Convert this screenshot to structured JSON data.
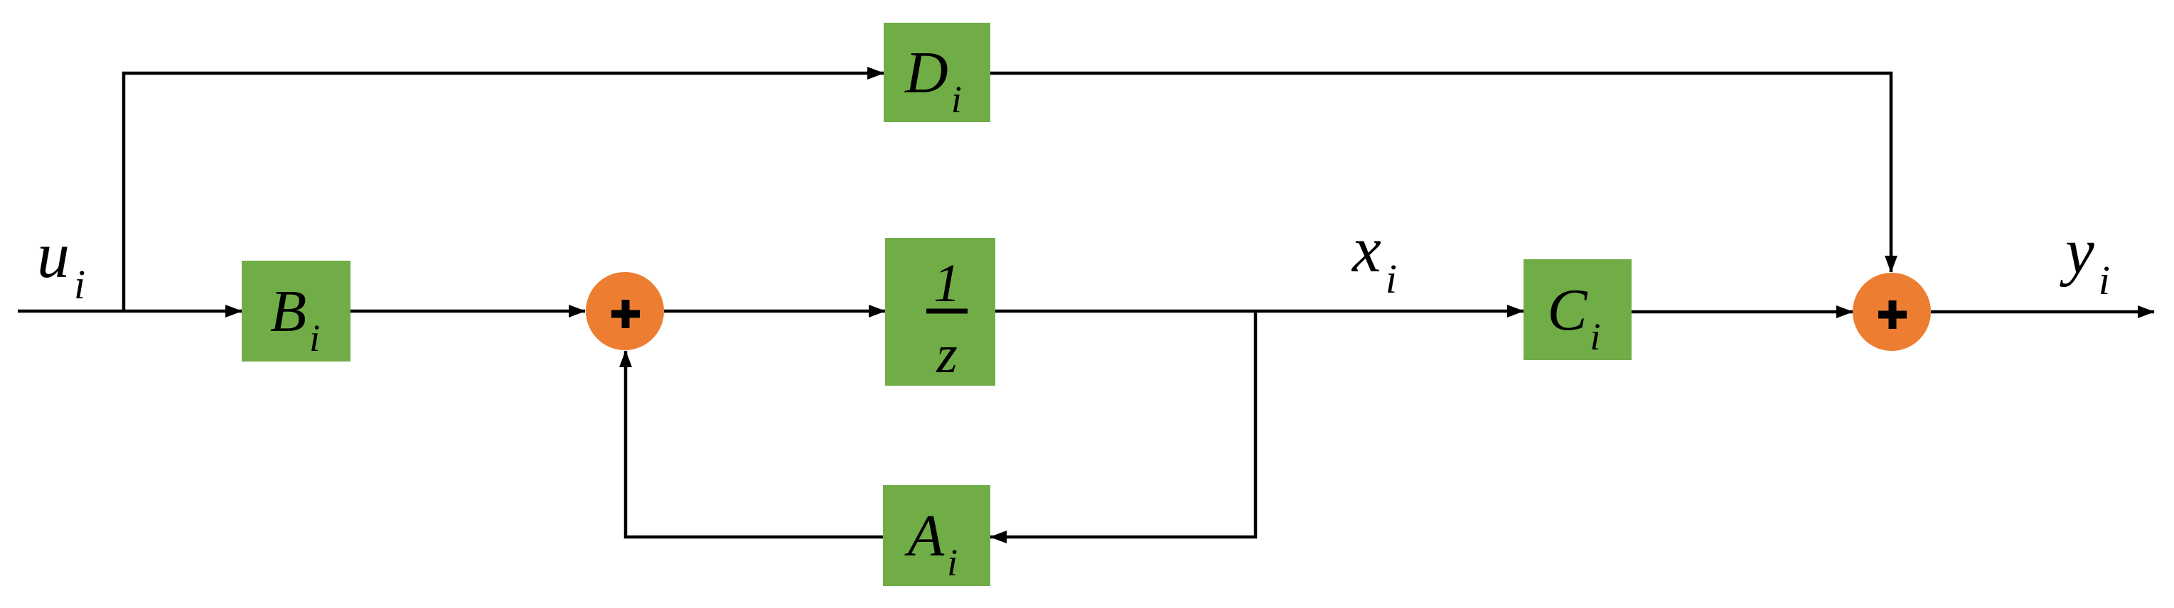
{
  "labels": {
    "input": {
      "base": "u",
      "sub": "i"
    },
    "state": {
      "base": "x",
      "sub": "i"
    },
    "output": {
      "base": "y",
      "sub": "i"
    },
    "block_b": {
      "base": "B",
      "sub": "i"
    },
    "block_d": {
      "base": "D",
      "sub": "i"
    },
    "block_a": {
      "base": "A",
      "sub": "i"
    },
    "block_c": {
      "base": "C",
      "sub": "i"
    },
    "delay_block": {
      "numerator": "1",
      "denominator": "z"
    },
    "summer_left": "+",
    "summer_right": "+"
  },
  "colors": {
    "block_green": "#70AD47",
    "summer_orange": "#ED7D31",
    "line": "#000000",
    "background": "#FFFFFF"
  }
}
